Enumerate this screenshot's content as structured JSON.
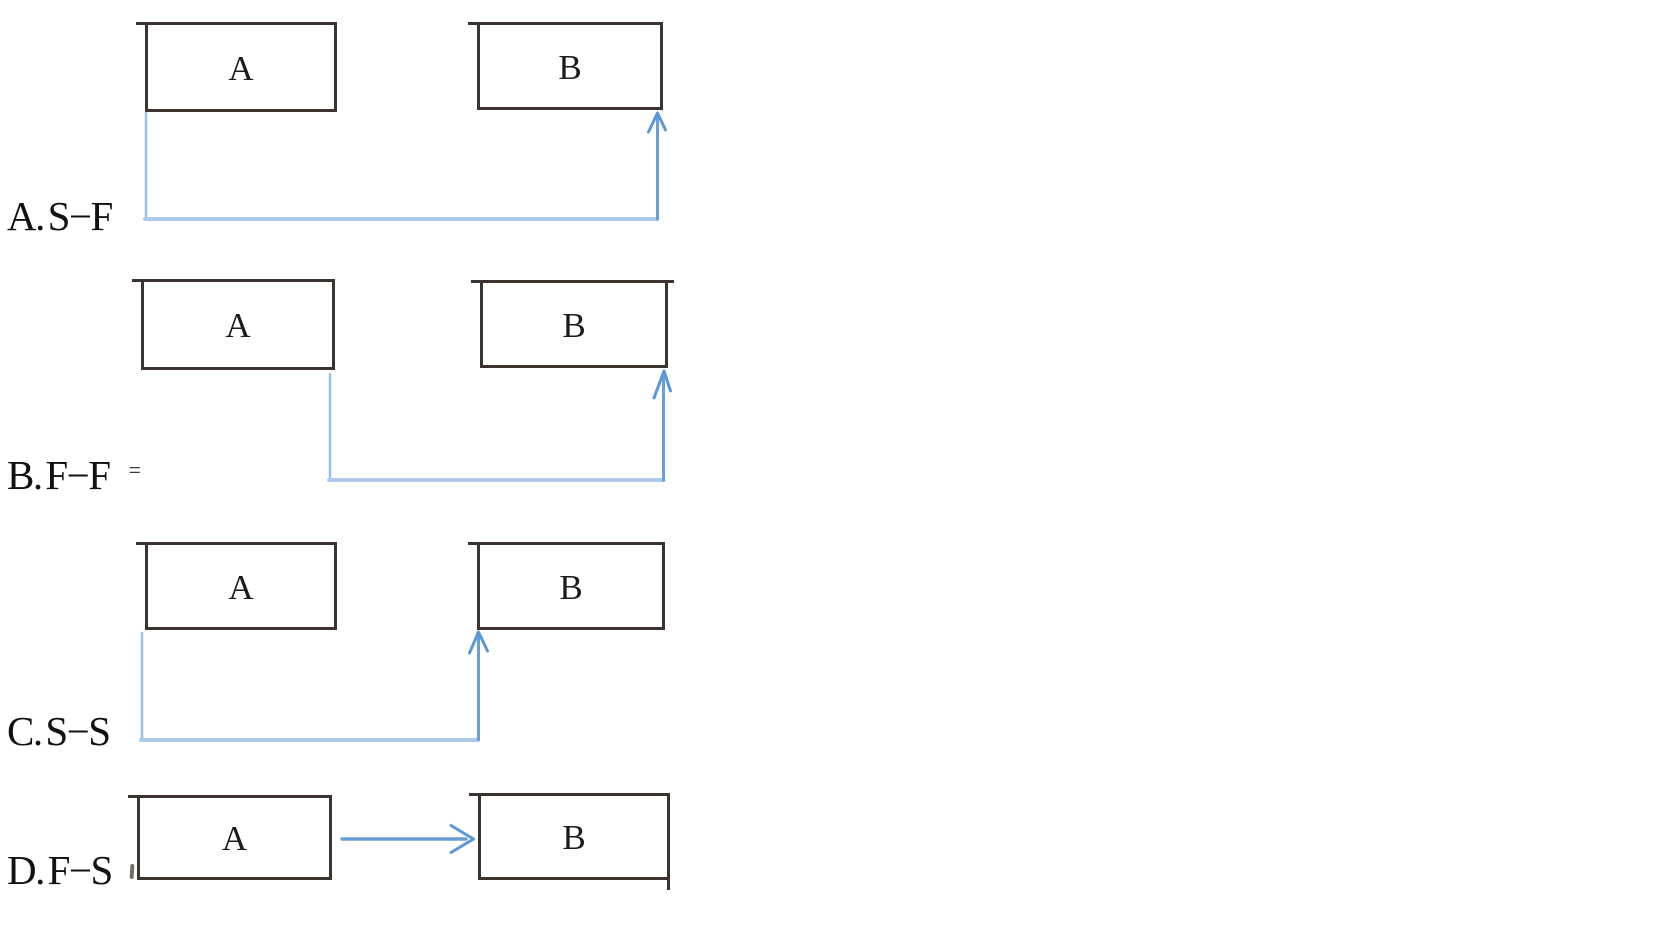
{
  "page": {
    "background": "#ffffff",
    "description": "Figure with four dependency-relationship diagrams between task box A and task box B"
  },
  "options": [
    {
      "key": "A",
      "label": "A. S−F",
      "box_a_label": "A",
      "box_b_label": "B",
      "arrow": "blue elbow connector from bottom-left (start) of A going down, right, then up with arrowhead into bottom-right (finish) of B"
    },
    {
      "key": "B",
      "label": "B. F−F",
      "box_a_label": "A",
      "box_b_label": "B",
      "arrow": "blue elbow connector from bottom-right (finish) of A going down, right, then up with arrowhead into bottom-right (finish) of B"
    },
    {
      "key": "C",
      "label": "C. S−S",
      "box_a_label": "A",
      "box_b_label": "B",
      "arrow": "blue elbow connector from bottom-left (start) of A going down, right, then up with arrowhead into bottom-left (start) of B"
    },
    {
      "key": "D",
      "label": "D. F−S",
      "box_a_label": "A",
      "box_b_label": "B",
      "arrow": "straight horizontal blue arrow from right edge (finish) of A to left edge (start) of B"
    }
  ],
  "artifacts": {
    "mark_after_b_label": "="
  },
  "colors": {
    "arrow_blue": "#5b97d6",
    "arrow_blue_mid": "#699ed6",
    "arrow_blue_light": "#aecbea",
    "box_border": "#3a3330",
    "text": "#14100f"
  }
}
